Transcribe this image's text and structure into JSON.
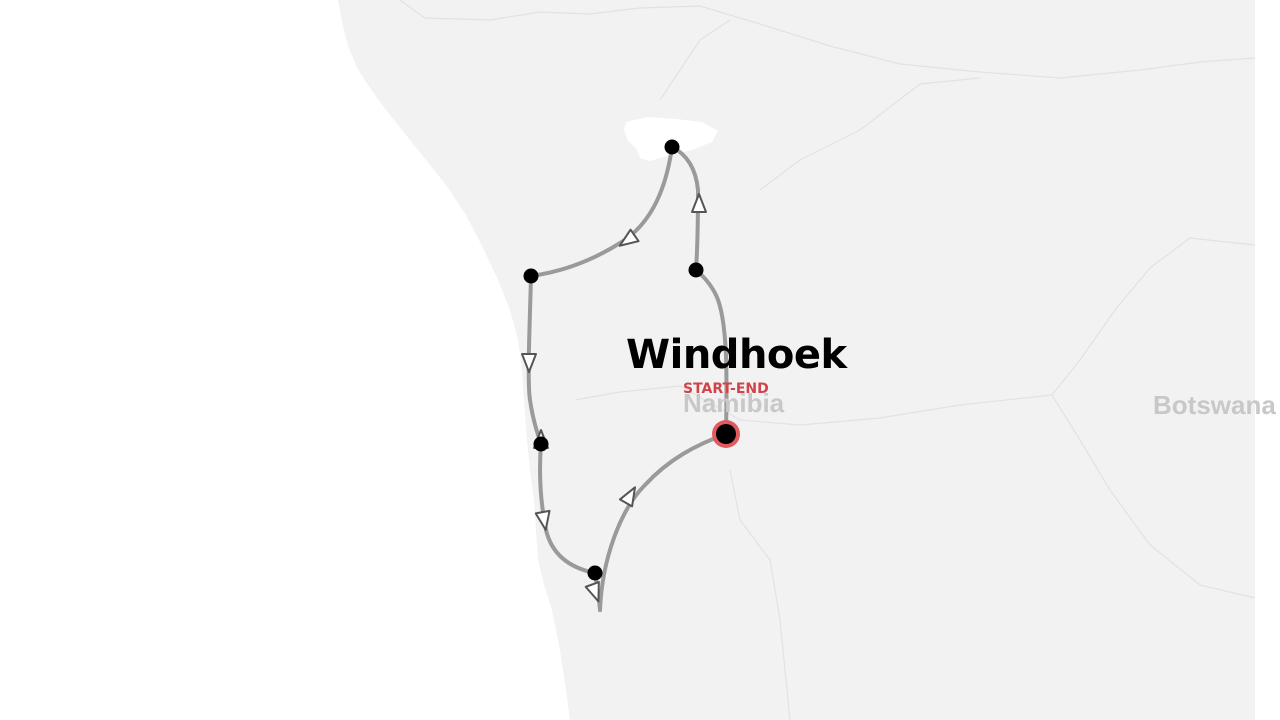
{
  "map": {
    "countries": [
      {
        "id": "namibia",
        "name": "Namibia"
      },
      {
        "id": "botswana",
        "name": "Botswana"
      }
    ],
    "start_end": {
      "city": "Windhoek",
      "tag": "START-END",
      "tag_color": "#d0434b",
      "marker_ring_color": "#e05a60"
    },
    "route": {
      "line_color": "#9a9a9a",
      "arrow_color": "#555555",
      "stop_color": "#000000",
      "stop_count": 6
    },
    "land_color": "#f2f2f2",
    "water_color": "#ffffff"
  }
}
